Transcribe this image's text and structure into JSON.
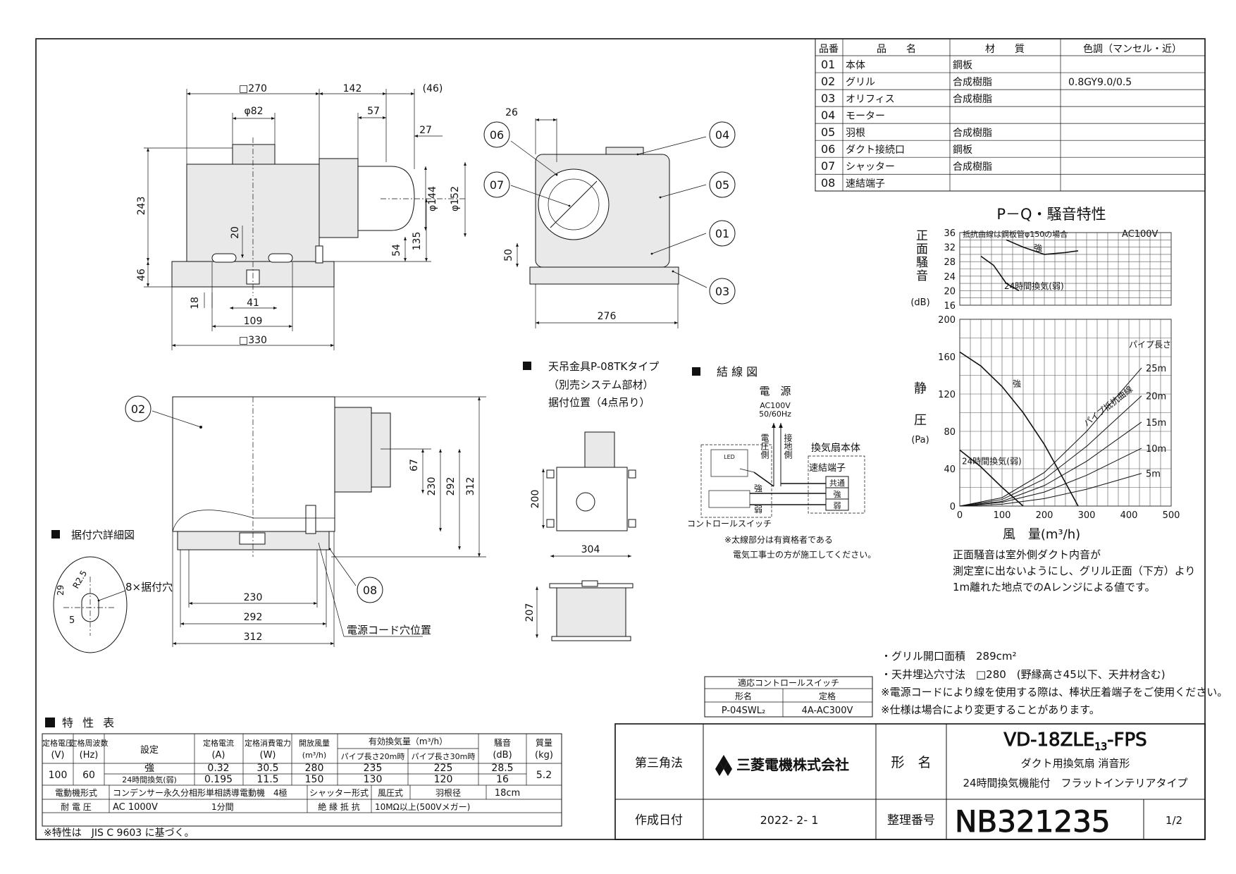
{
  "parts_table": {
    "headers": [
      "品番",
      "品　　名",
      "材　　質",
      "色調（マンセル・近）"
    ],
    "rows": [
      [
        "01",
        "本体",
        "鋼板",
        ""
      ],
      [
        "02",
        "グリル",
        "合成樹脂",
        "0.8GY9.0/0.5"
      ],
      [
        "03",
        "オリフィス",
        "合成樹脂",
        ""
      ],
      [
        "04",
        "モーター",
        "",
        ""
      ],
      [
        "05",
        "羽根",
        "合成樹脂",
        ""
      ],
      [
        "06",
        "ダクト接続口",
        "鋼板",
        ""
      ],
      [
        "07",
        "シャッター",
        "合成樹脂",
        ""
      ],
      [
        "08",
        "速結端子",
        "",
        ""
      ]
    ]
  },
  "top_view_dims": {
    "w270": "□270",
    "d142": "142",
    "d46": "(46)",
    "phi82": "φ82",
    "d57": "57",
    "d27": "27",
    "h243": "243",
    "h46": "46",
    "h20": "20",
    "phi144": "φ144",
    "phi152": "φ152",
    "h54": "54",
    "h135": "135",
    "d18": "18",
    "d41": "41",
    "d109": "109",
    "w330": "□330"
  },
  "side_view_dims": {
    "d26": "26",
    "h50": "50",
    "w276": "276"
  },
  "callouts": {
    "c01": "01",
    "c02": "02",
    "c03": "03",
    "c04": "04",
    "c05": "05",
    "c06": "06",
    "c07": "07",
    "c08": "08"
  },
  "pq_chart": {
    "title": "P－Q・騒音特性",
    "noise_label": "正面騒音",
    "noise_unit": "(dB)",
    "pressure_label_1": "静",
    "pressure_label_2": "圧",
    "pressure_unit": "(Pa)",
    "note_top": "抵抗曲線は鋼板管φ150の場合",
    "voltage": "AC100V",
    "x_label": "風　量(m³/h)",
    "strong": "強",
    "weak": "24時間換気(弱)",
    "pipe_curve": "パイプ抵抗曲線",
    "pipe_length_title": "パイプ長さ",
    "pipe_lengths": [
      "25m",
      "20m",
      "15m",
      "10m",
      "5m"
    ],
    "x_ticks": [
      "0",
      "100",
      "200",
      "300",
      "400",
      "500"
    ],
    "y_ticks": [
      "0",
      "40",
      "80",
      "120",
      "160",
      "200"
    ],
    "noise_ticks": [
      "16",
      "20",
      "24",
      "28",
      "32",
      "36"
    ],
    "note_lines": [
      "正面騒音は室外側ダクト内音が",
      "測定室に出ないようにし、グリル正面（下方）より",
      "1m離れた地点でのAレンジによる値です。"
    ]
  },
  "chart_data": {
    "type": "line",
    "title": "P－Q・騒音特性",
    "xlabel": "風　量(m³/h)",
    "ylabel": "静圧(Pa)",
    "xlim": [
      0,
      500
    ],
    "ylim": [
      0,
      200
    ],
    "series": [
      {
        "name": "強",
        "x": [
          0,
          50,
          100,
          150,
          200,
          250,
          280
        ],
        "y": [
          165,
          150,
          128,
          100,
          66,
          25,
          0
        ]
      },
      {
        "name": "24時間換気(弱)",
        "x": [
          0,
          50,
          100,
          150
        ],
        "y": [
          60,
          42,
          20,
          0
        ]
      },
      {
        "name": "25m",
        "x": [
          0,
          100,
          200,
          300,
          430
        ],
        "y": [
          0,
          9,
          36,
          80,
          148
        ]
      },
      {
        "name": "20m",
        "x": [
          0,
          100,
          200,
          300,
          430
        ],
        "y": [
          0,
          7,
          29,
          64,
          118
        ]
      },
      {
        "name": "15m",
        "x": [
          0,
          100,
          200,
          300,
          430
        ],
        "y": [
          0,
          5,
          22,
          48,
          90
        ]
      },
      {
        "name": "10m",
        "x": [
          0,
          100,
          200,
          300,
          430
        ],
        "y": [
          0,
          4,
          15,
          33,
          62
        ]
      },
      {
        "name": "5m",
        "x": [
          0,
          100,
          200,
          300,
          430
        ],
        "y": [
          0,
          2,
          8,
          18,
          35
        ]
      }
    ],
    "noise_series": [
      {
        "name": "強",
        "x": [
          110,
          150,
          200,
          250,
          280
        ],
        "y": [
          34,
          32,
          30,
          30.5,
          31
        ]
      },
      {
        "name": "24時間換気(弱)",
        "x": [
          50,
          80,
          110,
          140
        ],
        "y": [
          29.5,
          27,
          22,
          20
        ]
      }
    ]
  },
  "mount_section": {
    "title_1": "天吊金具P-08TKタイプ",
    "title_2": "（別売システム部材）",
    "title_3": "据付位置（4点吊り）",
    "d200": "200",
    "d304": "304",
    "d207": "207"
  },
  "wiring": {
    "title": "結 線 図",
    "power": "電　源",
    "power_spec": "AC100V",
    "power_freq": "50/60Hz",
    "voltage_side": "電圧側",
    "ground_side": "接地側",
    "fan_body": "換気扇本体",
    "terminal": "速結端子",
    "common": "共通",
    "strong": "強",
    "weak": "弱",
    "switch_label": "コントロールスイッチ",
    "led": "LED",
    "note_1": "※太線部分は有資格者である",
    "note_2": "電気工事士の方が施工してください。"
  },
  "front_view_dims": {
    "d67": "67",
    "d230v": "230",
    "d292v": "292",
    "d312v": "312",
    "d230": "230",
    "d292": "292",
    "d312": "312",
    "cord": "電源コード穴位置"
  },
  "hole_detail": {
    "title": "据付穴詳細図",
    "holes": "8×据付穴",
    "r": "R2.5",
    "d29": "29",
    "d5": "5"
  },
  "switch_table": {
    "title": "適応コントロールスイッチ",
    "h_model": "形名",
    "h_rating": "定格",
    "model": "P-04SWL₂",
    "rating": "4A-AC300V"
  },
  "notes": [
    "・グリル開口面積　289cm²",
    "・天井埋込穴寸法　□280　(野縁高さ45以下、天井材含む)",
    "※電源コードにより線を使用する際は、棒状圧着端子をご使用ください。",
    "※仕様は場合により変更することがあります。"
  ],
  "spec_table": {
    "title": "特 性 表",
    "h_voltage": "定格電圧",
    "u_voltage": "(V)",
    "h_freq": "定格周波数",
    "u_freq": "(Hz)",
    "h_setting": "設定",
    "h_current": "定格電流",
    "u_current": "(A)",
    "h_power": "定格消費電力",
    "u_power": "(W)",
    "h_open": "開放風量",
    "u_open": "(m³/h)",
    "h_eff": "有効換気量（m³/h）",
    "h_p20": "パイプ長さ20m時",
    "h_p30": "パイプ長さ30m時",
    "h_noise": "騒音",
    "u_noise": "(dB)",
    "h_mass": "質量",
    "u_mass": "(kg)",
    "voltage": "100",
    "freq": "60",
    "mass": "5.2",
    "rows": [
      {
        "setting": "強",
        "current": "0.32",
        "power": "30.5",
        "open": "280",
        "p20": "235",
        "p30": "225",
        "noise": "28.5"
      },
      {
        "setting": "24時間換気(弱)",
        "current": "0.195",
        "power": "11.5",
        "open": "150",
        "p20": "130",
        "p30": "120",
        "noise": "16"
      }
    ],
    "motor_label": "電動機形式",
    "motor_value": "コンデンサー永久分相形単相誘導電動機　4極",
    "shutter_label": "シャッター形式",
    "shutter_value": "風圧式",
    "blade_label": "羽根径",
    "blade_value": "18cm",
    "withstand_label": "耐 電 圧",
    "withstand_value": "AC 1000V",
    "withstand_time": "1分間",
    "insulation_label": "絶 縁 抵 抗",
    "insulation_value": "10MΩ以上(500Vメガー)",
    "footnote": "※特性は　JIS C 9603 に基づく。"
  },
  "title_block": {
    "projection": "第三角法",
    "company": "三菱電機株式会社",
    "model_label": "形　名",
    "model_main": "VD-18ZLE",
    "model_sub": "13",
    "model_tail": "-FPS",
    "desc_1": "ダクト用換気扇 消音形",
    "desc_2": "24時間換気機能付　フラットインテリアタイプ",
    "date_label": "作成日付",
    "date": "2022- 2- 1",
    "number_label": "整理番号",
    "number": "NB321235",
    "page": "1/2"
  }
}
